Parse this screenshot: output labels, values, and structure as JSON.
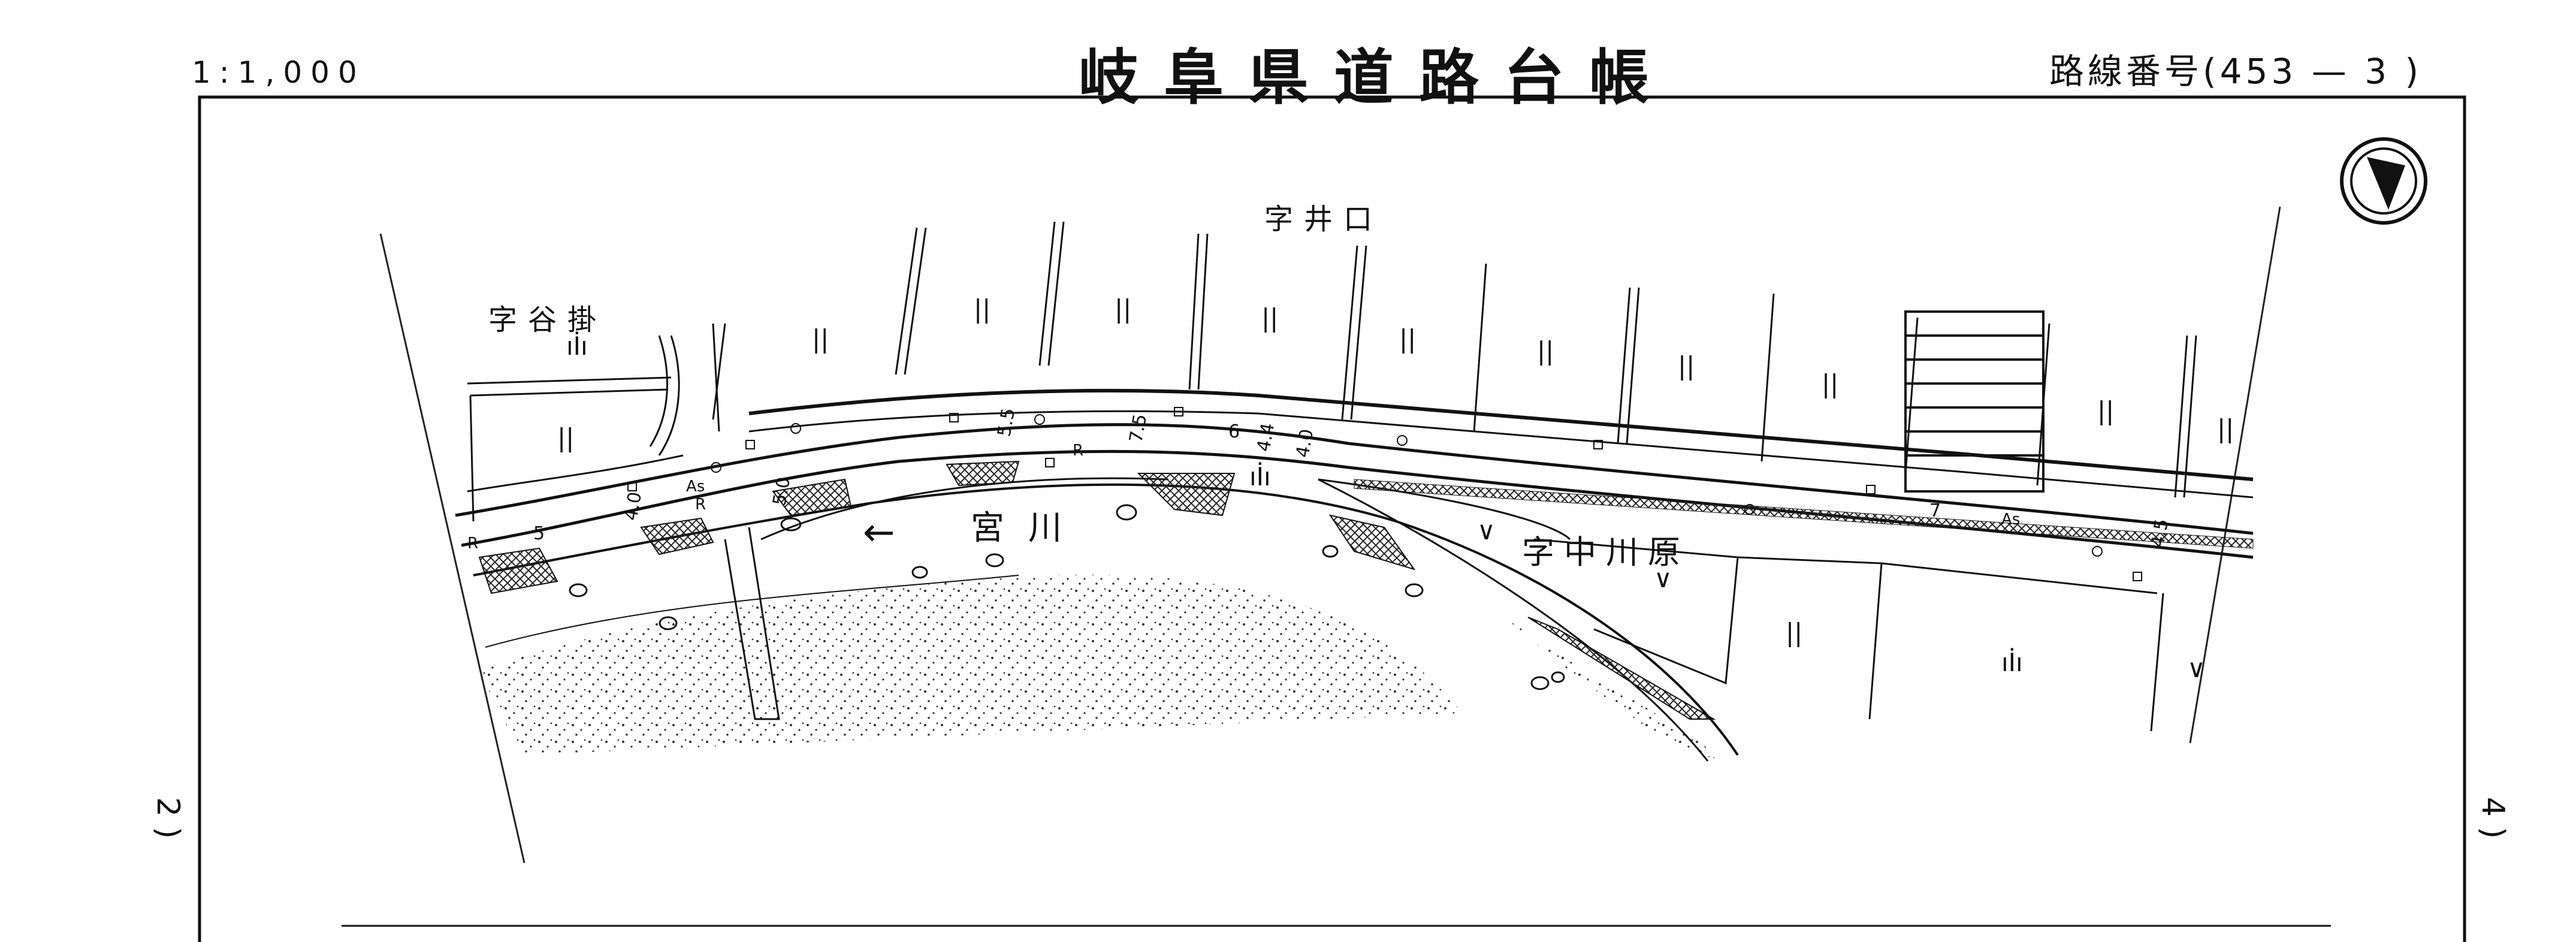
{
  "header": {
    "scale": "1:1,000",
    "title": "岐阜県道路台帳",
    "route_number_label": "路線番号(453 — 3 )"
  },
  "side_marks": {
    "left": "2 )",
    "right": "4 )"
  },
  "map": {
    "place_names": {
      "iguchi": "字井口",
      "tanikake": "字谷掛",
      "nakagawara": "字中川原"
    },
    "river": {
      "name": "宮川",
      "flow_arrow": "←"
    },
    "road_widths": [
      "5.5",
      "7.5",
      "6",
      "4.4",
      "4.0",
      "5.0",
      "4.0",
      "5",
      "7",
      "4.5"
    ],
    "pavement_labels": [
      "As",
      "R",
      "As",
      "R",
      "R"
    ],
    "north_arrow_icon": "north-arrow-icon"
  }
}
